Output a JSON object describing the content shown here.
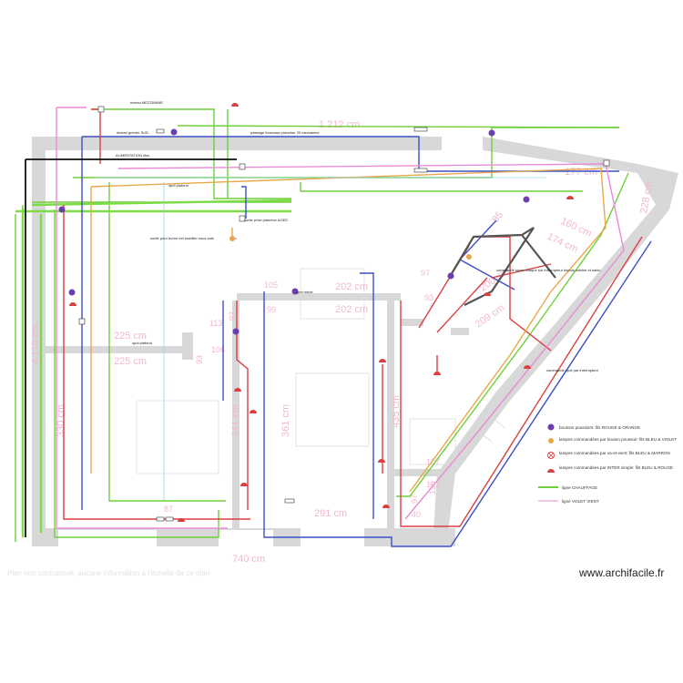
{
  "plan": {
    "labels": {
      "mezzanine": "niveau MEZZANINE",
      "grenier": "niveau grenier SUD",
      "alimentation": "ALIMENTATION élec",
      "prise_mezzanine": "passage fourreaux plancher 20 mezzanine",
      "prise_salon": "sortie prise plancher AGED",
      "cable_bornier": "sortie pour borne ext mobilier sous-sols",
      "spot_sdb": "spot miroir",
      "spot_ch": "spot plafond",
      "spot_bureau": "spot plafond",
      "cuisine": "commande spots chaque sur interrupteur depuis cuisine et salon",
      "prise_cuisine": "commande spot par interrupteur"
    },
    "dimensions": {
      "top": "1 212 cm",
      "bottom": "740 cm",
      "left_total": "4 110 cm",
      "r_228": "228 cm",
      "r_177": "177 cm",
      "r_160": "160 cm",
      "r_174": "174 cm",
      "r_85": "85",
      "r_200": "200 cm",
      "r_209": "209 cm",
      "c_202a": "202 cm",
      "c_202b": "202 cm",
      "c_107": "107",
      "c_102": "102",
      "c_40": "40",
      "c_97": "97",
      "c_93": "93",
      "c_291": "291 cm",
      "c_225a": "225 cm",
      "c_225b": "225 cm",
      "c_113": "113",
      "c_106": "106",
      "c_93b": "93",
      "c_435": "435 cm",
      "c_361": "361 cm",
      "c_341": "341 cm",
      "c_330": "330 cm",
      "c_93c": "93",
      "c_99": "99",
      "c_105": "105",
      "c_87": "87",
      "c_97b": "97",
      "c_116": "116"
    },
    "legend": [
      {
        "label": "boutons poussoirs: fils ROUGE & ORANGE",
        "icon": "pushbutton-icon"
      },
      {
        "label": "lampes commandées par bouton poussoir: fils BLEU & VIOLET",
        "icon": "lamp-pushbutton-icon"
      },
      {
        "label": "lampes commandées par va-et-vient: fils BLEU & MARRON",
        "icon": "lamp-twoway-icon"
      },
      {
        "label": "lampes commandées par INTER simple: fils BLEU & ROUGE",
        "icon": "lamp-switch-icon"
      },
      {
        "label": "ligne CHAUFFAGE",
        "icon": "heating-line-icon"
      },
      {
        "label": "ligne VOLET VIENT",
        "icon": "shutter-line-icon"
      }
    ],
    "footer_note": "Plan non contractuel, aucune information à l'échelle de ce plan",
    "brand": "www.archifacile.fr",
    "colors": {
      "wall": "#d8d8d8",
      "dim": "#f2b8cc",
      "green": "#6fcf3a",
      "blue": "#3b4fc4",
      "red": "#d94040",
      "orange": "#e8a84a",
      "pink": "#e98bd6",
      "black": "#111111",
      "grey": "#555555"
    }
  }
}
